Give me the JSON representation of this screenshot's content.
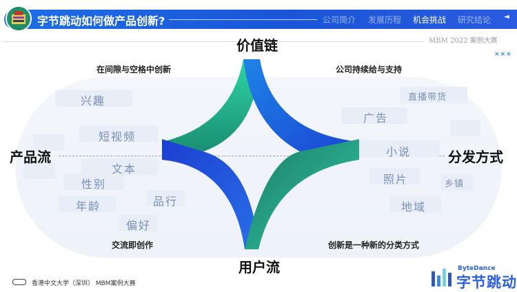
{
  "header": {
    "title": "字节跳动如何做产品创新?",
    "nav": [
      {
        "label": "公司简介",
        "active": false
      },
      {
        "label": "发展历程",
        "active": false
      },
      {
        "label": "机会挑战",
        "active": true
      },
      {
        "label": "研究结论",
        "active": false
      }
    ],
    "nav_arrow": "◄",
    "subtitle": "MBM 2022 案例大赛",
    "marks": "×××"
  },
  "diagram": {
    "top": "价值链",
    "bottom": "用户流",
    "left": "产品流",
    "right": "分发方式",
    "corners": {
      "top_left": "在间隙与空格中创新",
      "top_right": "公司持续给与支持",
      "bottom_left": "交流即创作",
      "bottom_right": "创新是一种新的分类方式"
    },
    "left_tags": [
      "兴趣",
      "短视频",
      "文本",
      "性别",
      "年龄",
      "品行",
      "偏好"
    ],
    "right_tags": [
      "直播带货",
      "广告",
      "小说",
      "照片",
      "乡镇",
      "地域"
    ],
    "colors": {
      "teal": "#2fc9a3",
      "blue": "#1f5fe0",
      "deep_blue": "#1a3fcf",
      "green": "#1e8a73"
    }
  },
  "footer": {
    "text": "香港中文大学（深圳） MBM案例大赛",
    "brand_small": "ByteDance",
    "brand_big": "字节跳动"
  }
}
